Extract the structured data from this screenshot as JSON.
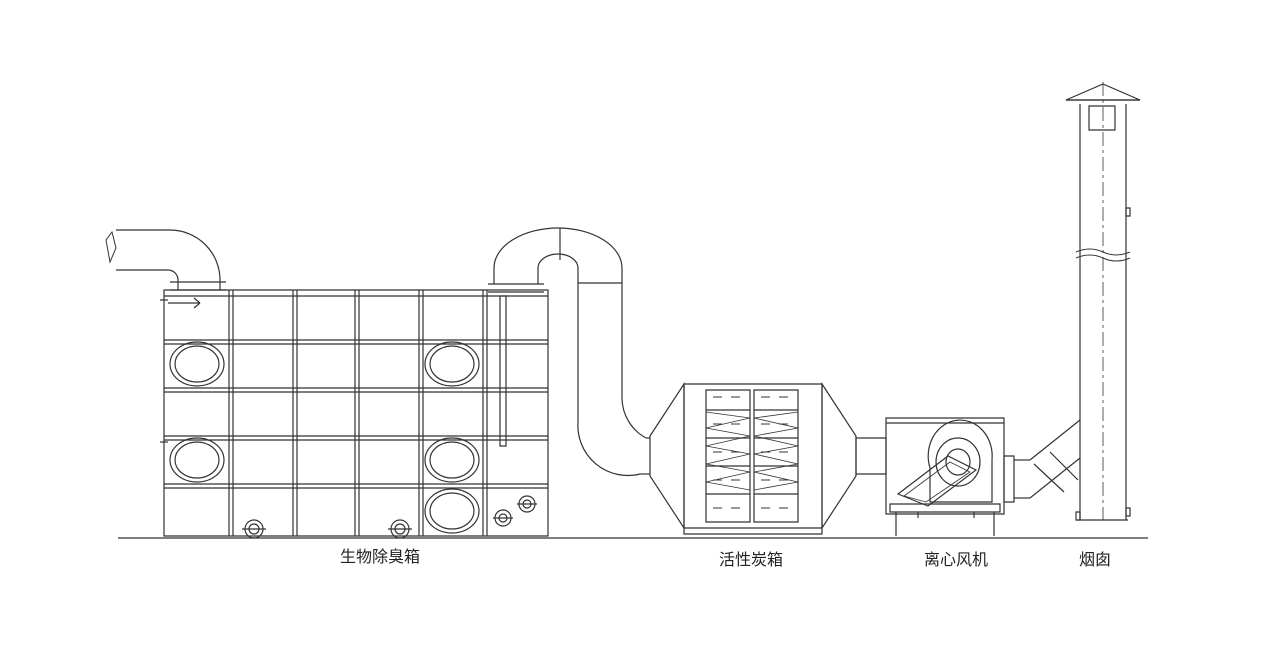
{
  "labels": {
    "bio_box": "生物除臭箱",
    "carbon_box": "活性炭箱",
    "fan": "离心风机",
    "chimney": "烟囱"
  },
  "colors": {
    "line": "#333333",
    "background": "#ffffff"
  }
}
